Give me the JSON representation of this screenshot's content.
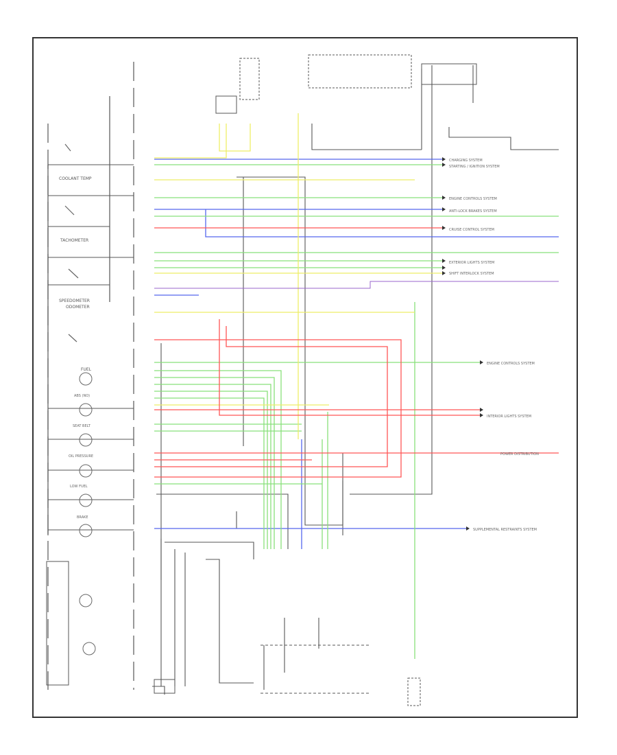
{
  "colors": {
    "blue": "#5566ee",
    "green": "#88e07a",
    "yellow": "#eeee66",
    "red": "#ff5555",
    "black": "#555555",
    "frame": "#333333"
  },
  "gauges": [
    {
      "id": "coolant-temp",
      "label": "COOLANT TEMP"
    },
    {
      "id": "tachometer",
      "label": "TACHOMETER"
    },
    {
      "id": "speedometer",
      "label": "SPEEDOMETER\nODOMETER"
    },
    {
      "id": "fuel",
      "label": "FUEL"
    }
  ],
  "indicators": [
    {
      "id": "abs",
      "label": "ABS (NO)"
    },
    {
      "id": "seat-belt",
      "label": "SEAT BELT"
    },
    {
      "id": "oil-pressure",
      "label": "OIL PRESSURE"
    },
    {
      "id": "low-fuel",
      "label": "LOW FUEL"
    },
    {
      "id": "brake",
      "label": "BRAKE"
    }
  ],
  "right_systems": [
    "CHARGING SYSTEM",
    "STARTING / IGNITION SYSTEM",
    "ENGINE CONTROLS SYSTEM",
    "ANTI-LOCK BRAKES SYSTEM",
    "CRUISE CONTROL SYSTEM",
    "EXTERIOR LIGHTS SYSTEM",
    "SHIFT INTERLOCK SYSTEM",
    "ENGINE CONTROLS SYSTEM",
    "INTERIOR LIGHTS SYSTEM",
    "POWER DISTRIBUTION",
    "SUPPLEMENTAL RESTRAINTS SYSTEM"
  ]
}
